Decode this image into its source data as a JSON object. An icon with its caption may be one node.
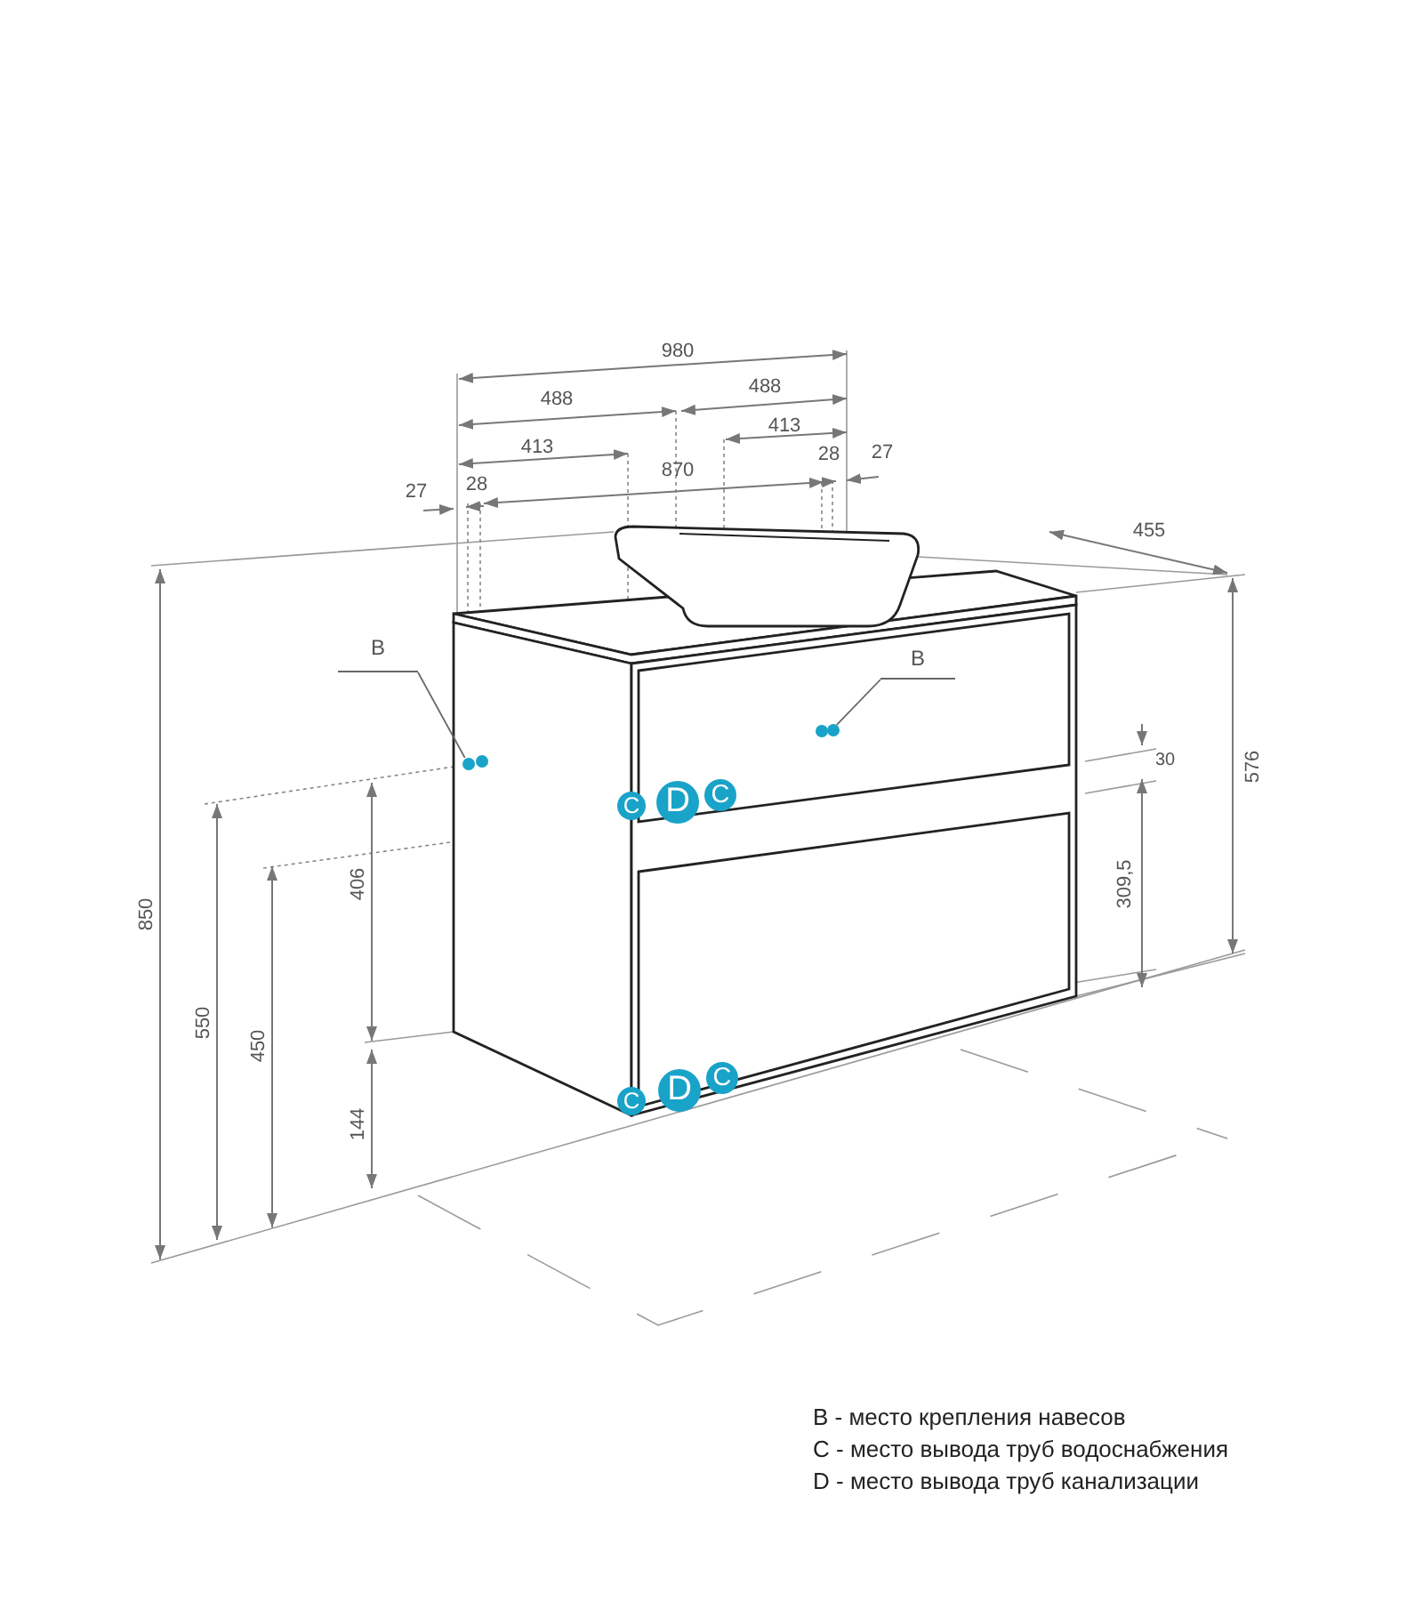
{
  "diagram": {
    "nodes": [
      {
        "text": [
          "B"
        ]
      },
      {
        "text": [],
        "shape": "circle"
      },
      {
        "text": [
          "B"
        ]
      },
      {
        "text": [],
        "shape": "circle"
      },
      {
        "text": [
          "C"
        ]
      },
      {
        "text": [
          "D"
        ]
      },
      {
        "text": [
          "C"
        ]
      },
      {
        "text": [
          "C"
        ]
      },
      {
        "text": [
          "D"
        ]
      },
      {
        "text": [
          "C"
        ]
      }
    ],
    "edges": [
      {
        "from": 0,
        "to": 1,
        "arrow": "none"
      },
      {
        "from": 2,
        "to": 3,
        "arrow": "none"
      }
    ],
    "labels": [
      "980",
      "488",
      "488",
      "413",
      "413",
      "27",
      "28",
      "870",
      "28",
      "27",
      "455",
      "30",
      "576",
      "309,5",
      "850",
      "406",
      "550",
      "450",
      "144",
      "B - место крепления навесов",
      "C - место вывода труб водоснабжения",
      "D - место вывода труб канализации"
    ]
  }
}
